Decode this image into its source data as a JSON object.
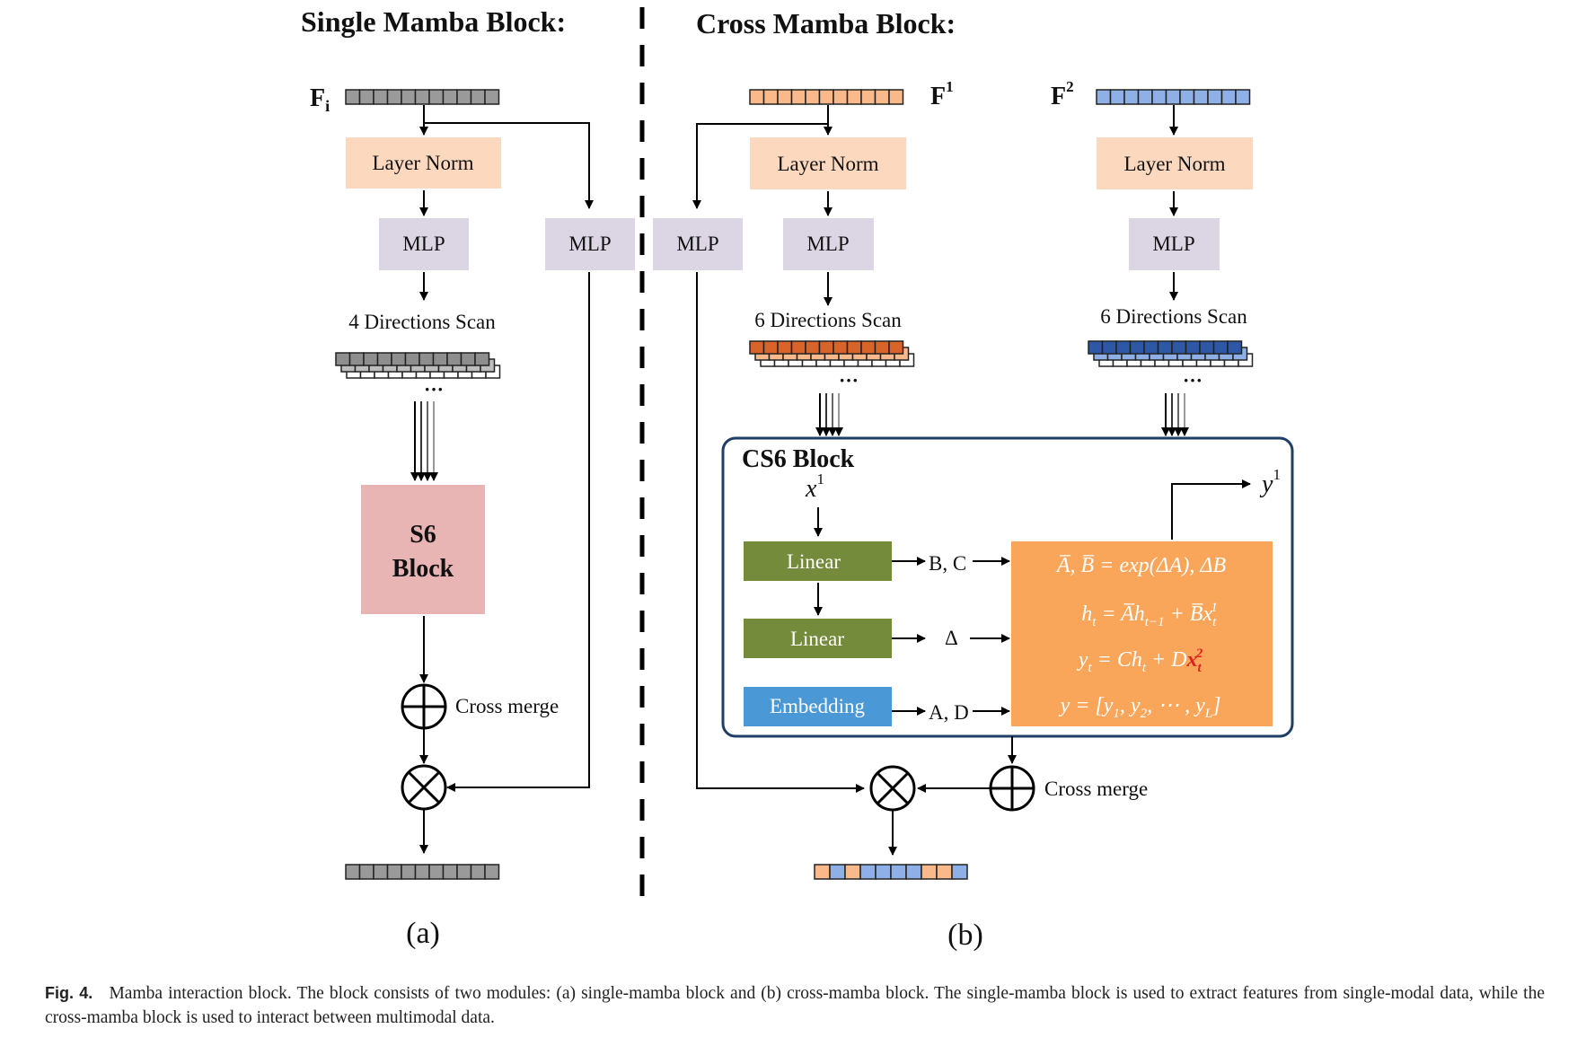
{
  "headings": {
    "single": "Single Mamba Block:",
    "cross": "Cross Mamba Block:"
  },
  "single": {
    "input": "F",
    "input_sub": "i",
    "layer_norm": "Layer Norm",
    "mlp_main": "MLP",
    "mlp_side": "MLP",
    "scan": "4 Directions Scan",
    "s6_line1": "S6",
    "s6_line2": "Block",
    "merge": "Cross merge",
    "panel_label": "(a)",
    "colors": {
      "token": "#9a9a9a",
      "norm": "#fcd9be",
      "mlp": "#dcd6e4",
      "s6": "#e8b4b4"
    }
  },
  "cross": {
    "f1": "F",
    "f1_sup": "1",
    "f2": "F",
    "f2_sup": "2",
    "layer_norm_1": "Layer Norm",
    "layer_norm_2": "Layer Norm",
    "mlp_side": "MLP",
    "mlp_1": "MLP",
    "mlp_2": "MLP",
    "scan_1": "6 Directions Scan",
    "scan_2": "6 Directions Scan",
    "cs6_title": "CS6 Block",
    "x_in": "x",
    "x_sup": "1",
    "y_out": "y",
    "y_sup": "1",
    "linear_1": "Linear",
    "linear_2": "Linear",
    "embedding": "Embedding",
    "bc": "B, C",
    "delta": "Δ",
    "ad": "A, D",
    "eq1": "A̅, B̅ = exp(ΔA), ΔB",
    "eq2_a": "h",
    "eq2_sub_t": "t",
    "eq2_b": " = A̅h",
    "eq2_sub_t1": "t−1",
    "eq2_c": " + B̅x",
    "eq2_sub_t2": "t",
    "eq2_sup": "1",
    "eq3_a": "y",
    "eq3_sub": "t",
    "eq3_b": " = Ch",
    "eq3_sub2": "t",
    "eq3_c": " + D",
    "eq3_red": "x",
    "eq3_red_sub": "t",
    "eq3_red_sup": "2",
    "eq4": "y = [y",
    "eq4_s1": "1",
    "eq4_b": ", y",
    "eq4_s2": "2",
    "eq4_c": ", ⋯ , y",
    "eq4_sL": "L",
    "eq4_d": "]",
    "merge": "Cross merge",
    "panel_label": "(b)",
    "colors": {
      "f1": "#f9b98a",
      "f1_dark": "#d8642a",
      "f2": "#8fb0e6",
      "f2_dark": "#2e58a6",
      "linear": "#738b3a",
      "embedding": "#4a98d6",
      "equations": "#f9a55a",
      "red": "#e0221d"
    }
  },
  "caption": {
    "label": "Fig. 4.",
    "text": "Mamba interaction block. The block consists of two modules: (a) single-mamba block and (b) cross-mamba block. The single-mamba block is used to extract features from single-modal data, while the cross-mamba block is used to interact between multimodal data."
  }
}
